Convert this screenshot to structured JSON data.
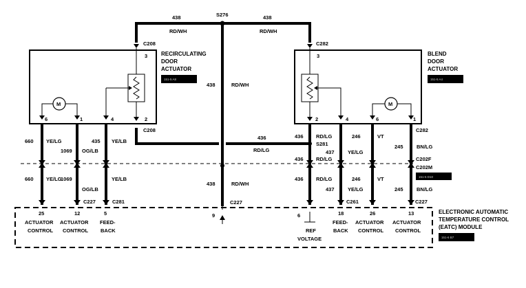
{
  "splice_top": "S276",
  "top_circuit_left": "438",
  "top_color_left": "RD/WH",
  "top_circuit_right": "438",
  "top_color_right": "RD/WH",
  "recirc": {
    "conn_top": "C208",
    "conn_bottom": "C208",
    "title_line1": "RECIRCULATING",
    "title_line2": "DOOR",
    "title_line3": "ACTUATOR",
    "ref": "151-5 A8",
    "pin3": "3",
    "pin2": "2",
    "pin4": "4",
    "pin1": "1",
    "pin6": "6",
    "motor": "M"
  },
  "blend": {
    "conn_top": "C282",
    "conn_bottom": "C282",
    "title_line1": "BLEND",
    "title_line2": "DOOR",
    "title_line3": "ACTUATOR",
    "ref": "151-5 A4",
    "pin3": "3",
    "pin2": "2",
    "pin4": "4",
    "pin6": "6",
    "pin1": "1",
    "motor": "M"
  },
  "center": {
    "circuit_a": "438",
    "color_a": "RD/WH",
    "circuit_b": "438",
    "color_b": "RD/WH",
    "ret_circuit": "436",
    "ret_color": "RD/LG",
    "splice": "S281",
    "conn_c227": "C227",
    "pin": "9"
  },
  "left_wires_upper": {
    "c660": "660",
    "c660_color": "YE/LG",
    "c1069": "1069",
    "c435": "435",
    "c435_color": "OG/LB",
    "c435b_color": "YE/LB"
  },
  "left_wires_lower": {
    "c660": "660",
    "c660_color": "YE/LG",
    "c1069": "1069",
    "c435_color": "OG/LB",
    "c435b_color": "YE/LB"
  },
  "right_wires_upper": {
    "c436": "436",
    "c436_color": "RD/LG",
    "c437": "437",
    "c437_color": "RD/LG",
    "c436b": "436",
    "c246": "246",
    "c246_color": "YE/LG",
    "vt": "VT",
    "c245": "245",
    "c245_color": "BN/LG"
  },
  "right_wires_lower": {
    "c436": "436",
    "c436_color": "RD/LG",
    "c437": "437",
    "c246": "246",
    "c246_color": "YE/LG",
    "vt": "VT",
    "c245": "245",
    "c245_color": "BN/LG"
  },
  "connectors": {
    "c202f": "C202F",
    "c202m": "C202M",
    "c202_ref": "151-5 D10",
    "c227_left": "C227",
    "c281_left": "C281",
    "c281_right": "C261",
    "c227_right": "C227"
  },
  "module": {
    "title_line1": "ELECTRONIC AUTOMATIC",
    "title_line2": "TEMPERATURE CONTROL",
    "title_line3": "(EATC) MODULE",
    "ref": "151-6 B7",
    "pins": {
      "p25": "25",
      "p12": "12",
      "p5": "5",
      "p6": "6",
      "p18": "18",
      "p26": "26",
      "p13": "13"
    },
    "labels": {
      "act1_a": "ACTUATOR",
      "act1_b": "CONTROL",
      "act2_a": "ACTUATOR",
      "act2_b": "CONTROL",
      "feed_a": "FEED-",
      "feed_b": "BACK",
      "ref_a": "REF",
      "ref_b": "VOLTAGE",
      "feed2_a": "FEED-",
      "feed2_b": "BACK",
      "act3_a": "ACTUATOR",
      "act3_b": "CONTROL",
      "act4_a": "ACTUATOR",
      "act4_b": "CONTROL"
    }
  }
}
